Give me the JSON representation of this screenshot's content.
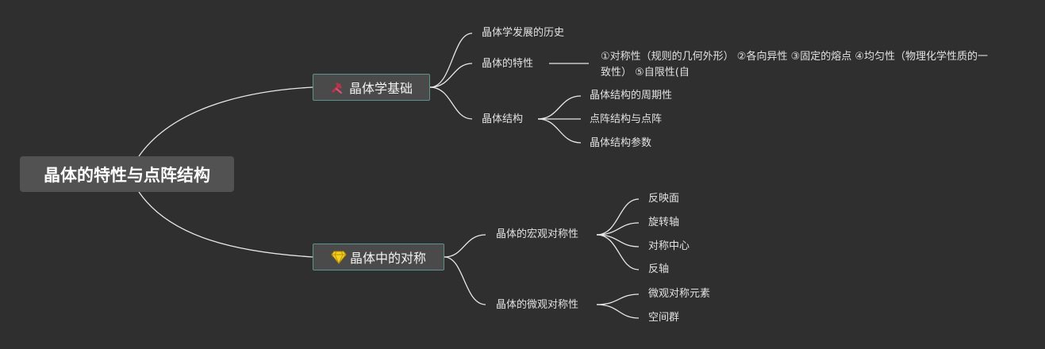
{
  "root": {
    "label": "晶体的特性与点阵结构"
  },
  "branches": [
    {
      "label": "晶体学基础",
      "icon": "tools-icon",
      "children": [
        {
          "label": "晶体学发展的历史"
        },
        {
          "label": "晶体的特性",
          "note": "①对称性（规则的几何外形） ②各向异性 ③固定的熔点 ④均匀性（物理化学性质的一致性） ⑤自限性(自"
        },
        {
          "label": "晶体结构",
          "children": [
            {
              "label": "晶体结构的周期性"
            },
            {
              "label": "点阵结构与点阵"
            },
            {
              "label": "晶体结构参数"
            }
          ]
        }
      ]
    },
    {
      "label": "晶体中的对称",
      "icon": "gem-icon",
      "children": [
        {
          "label": "晶体的宏观对称性",
          "children": [
            {
              "label": "反映面"
            },
            {
              "label": "旋转轴"
            },
            {
              "label": "对称中心"
            },
            {
              "label": "反轴"
            }
          ]
        },
        {
          "label": "晶体的微观对称性",
          "children": [
            {
              "label": "微观对称元素"
            },
            {
              "label": "空间群"
            }
          ]
        }
      ]
    }
  ],
  "colors": {
    "background": "#2f2f2f",
    "root_fill": "#525252",
    "topic_border": "#5c9487",
    "link": "#e8e8e8",
    "tools_icon": "#c0304a",
    "gem_icon": "#f5d020"
  }
}
